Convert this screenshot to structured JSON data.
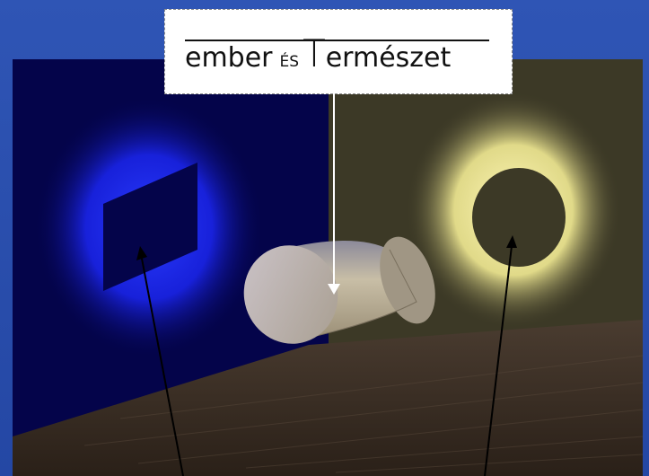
{
  "title": {
    "word1": "ember",
    "word2": "ÉS",
    "big_letter": "T",
    "word3": "ermészet"
  },
  "colors": {
    "frame": "#2a4aa8",
    "left_wall": "#04044a",
    "right_wall": "#3c3926",
    "blue_glow": "#1e2cff",
    "yellow_glow": "#f2ee9a",
    "floor": "#3d3128",
    "cylinder": "#bcb29a"
  }
}
